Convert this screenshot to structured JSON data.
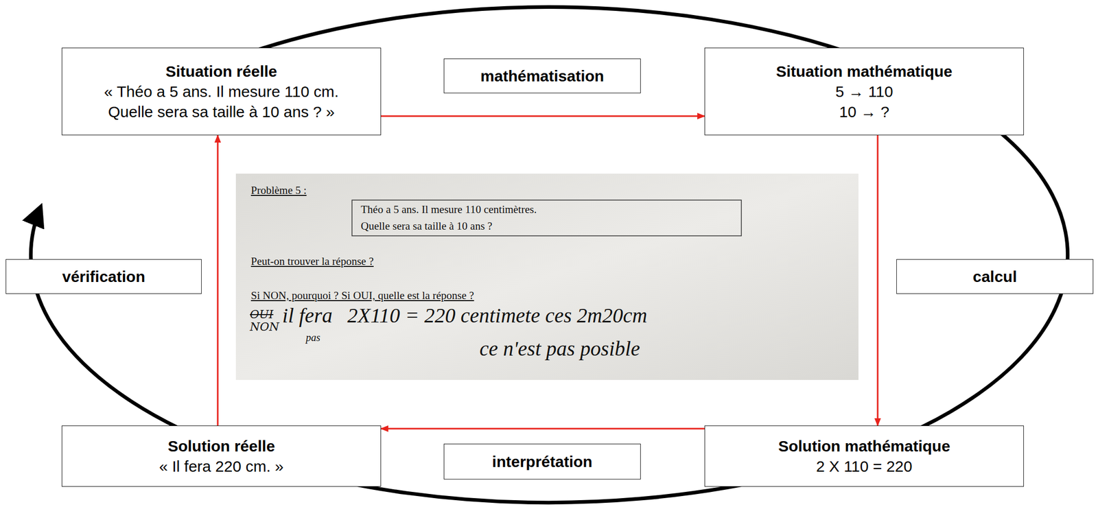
{
  "diagram": {
    "nodes": [
      {
        "text": [
          "Situation réelle",
          "« Théo a 5 ans. Il mesure 110 cm. Quelle sera sa taille à 10 ans ? »"
        ]
      },
      {
        "text": [
          "Situation mathématique",
          "5 → 110",
          "10 → ?"
        ]
      },
      {
        "text": [
          "Solution réelle",
          "« Il fera 220 cm. »"
        ]
      },
      {
        "text": [
          "Solution mathématique",
          "2 X 110 = 220"
        ]
      }
    ],
    "edges": [
      {
        "from": 0,
        "to": 1,
        "label": "mathématisation",
        "arrow": "to"
      },
      {
        "from": 1,
        "to": 3,
        "label": "calcul",
        "arrow": "to"
      },
      {
        "from": 3,
        "to": 2,
        "label": "interprétation",
        "arrow": "to"
      },
      {
        "from": 2,
        "to": 0,
        "label": "vérification",
        "arrow": "to"
      }
    ],
    "labels": [
      "Problème 5 :",
      "Théo a 5 ans. Il mesure 110 centimètres.",
      "Quelle sera sa taille à 10 ans ?",
      "Peut-on trouver la réponse ?",
      "Si NON, pourquoi ? Si OUI, quelle est la réponse ?",
      "OUI",
      "NON",
      "il fera",
      "pas",
      "2X110 = 220 centimete ces 2m20cm",
      "ce n'est pas posible"
    ]
  }
}
